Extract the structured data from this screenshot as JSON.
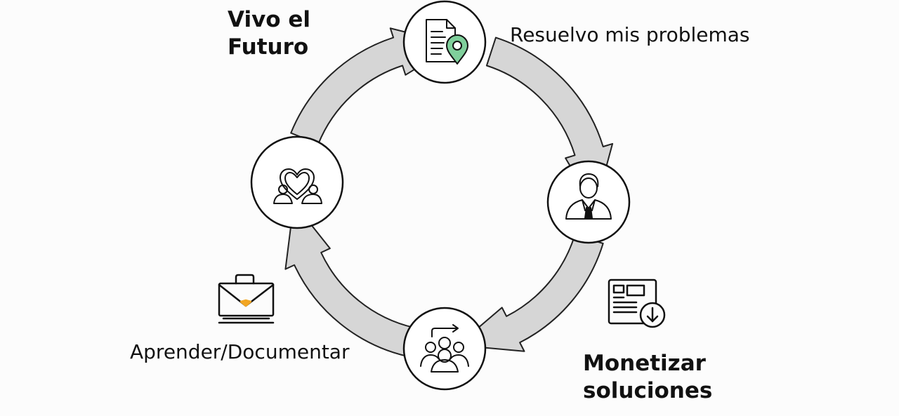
{
  "diagram": {
    "type": "cycle",
    "nodes": [
      {
        "id": "top",
        "icon": "document-location-icon"
      },
      {
        "id": "right",
        "icon": "businessman-icon"
      },
      {
        "id": "bottom",
        "icon": "group-share-icon"
      },
      {
        "id": "left",
        "icon": "people-heart-icon"
      }
    ],
    "labels": {
      "top_left": {
        "lines": [
          "Vivo el",
          "Futuro"
        ]
      },
      "top_right": {
        "lines": [
          "Resuelvo mis problemas"
        ]
      },
      "bottom_left": {
        "lines": [
          "Aprender/Documentar"
        ]
      },
      "bottom_right": {
        "lines": [
          "Monetizar",
          "soluciones"
        ]
      }
    },
    "side_icons": {
      "left": "briefcase-envelope-icon",
      "right": "report-download-icon"
    },
    "colors": {
      "arrow_fill": "#d6d6d6",
      "arrow_stroke": "#222222",
      "node_stroke": "#111111",
      "accent_green": "#7fcf9b",
      "accent_orange": "#f2a623"
    }
  }
}
